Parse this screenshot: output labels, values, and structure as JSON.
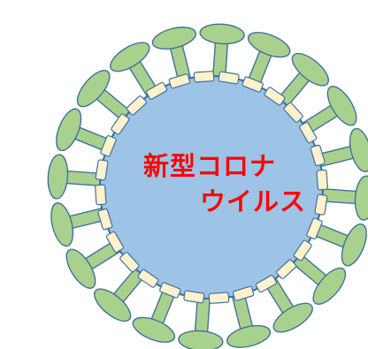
{
  "label": {
    "line1": "新型コロナ",
    "line2": "ウイルス"
  },
  "colors": {
    "body_fill": "#9dc3e6",
    "body_stroke": "#2e6fb0",
    "spike_fill": "#a9d18e",
    "spike_stroke": "#41719c",
    "protein_fill": "#fff2cc",
    "protein_stroke": "#41719c",
    "label_color": "#ff0000"
  },
  "spike_count": 20,
  "membrane_protein_count": 28
}
